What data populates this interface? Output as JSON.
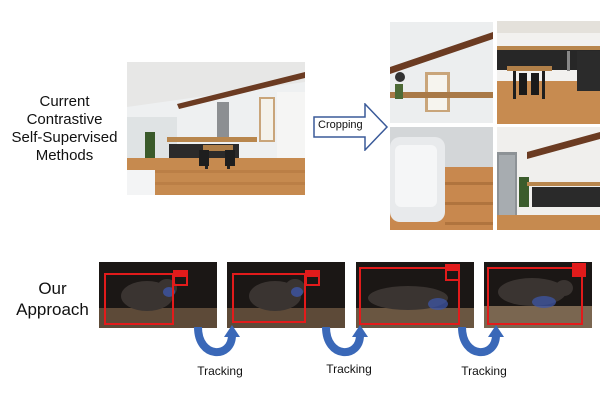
{
  "top_row": {
    "label_lines": [
      "Current",
      "Contrastive",
      "Self-Supervised",
      "Methods"
    ],
    "arrow_label": "Cropping"
  },
  "bottom_row": {
    "label_lines": [
      "Our",
      "Approach"
    ],
    "tracking_labels": [
      "Tracking",
      "Tracking",
      "Tracking"
    ]
  },
  "colors": {
    "box_red": "#e21b1b",
    "arrow_blue": "#3a68b8",
    "cropping_arrow_stroke": "#3a5a99"
  },
  "icons": {
    "photo": "kitchen-photo",
    "frame": "cat-video-frame",
    "track_arrow": "curved-arrow-icon"
  }
}
